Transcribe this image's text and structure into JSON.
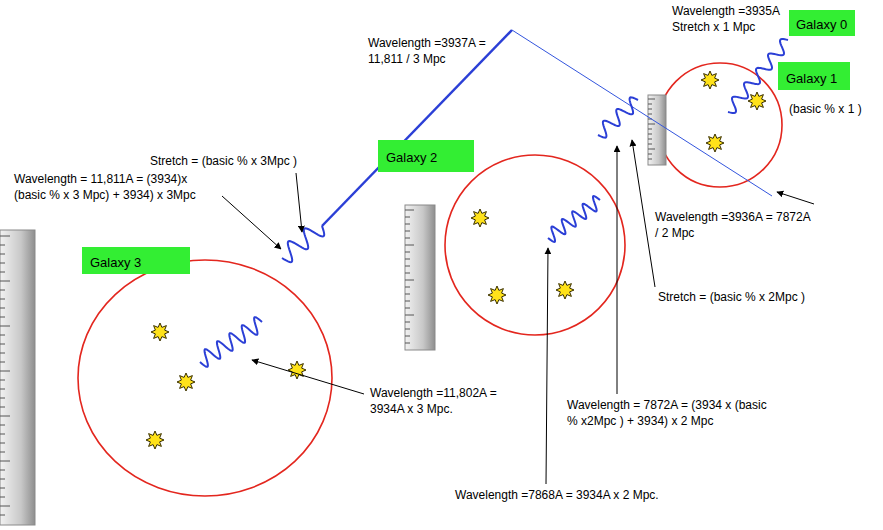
{
  "diagram": {
    "nodes": [
      {
        "text": [
          "Galaxy 0"
        ]
      },
      {
        "text": [
          "Galaxy 1"
        ]
      },
      {
        "text": [
          "Galaxy 2"
        ]
      },
      {
        "text": [
          "Galaxy 3"
        ]
      }
    ],
    "labels": [
      "Wavelength =3935A Stretch x 1 Mpc",
      "Wavelength =3937A = 11,811 / 3 Mpc",
      "(basic % x 1 )",
      "Stretch = (basic % x 3Mpc )",
      "Wavelength = 11,811A = (3934)x (basic % x 3 Mpc) + 3934) x 3Mpc",
      "Wavelength =3936A = 7872A / 2 Mpc",
      "Stretch = (basic % x 2Mpc )",
      "Wavelength =11,802A = 3934A x 3 Mpc.",
      "Wavelength = 7872A = (3934 x (basic % x2Mpc ) + 3934) x 2 Mpc",
      "Wavelength =7868A = 3934A x 2 Mpc."
    ]
  }
}
